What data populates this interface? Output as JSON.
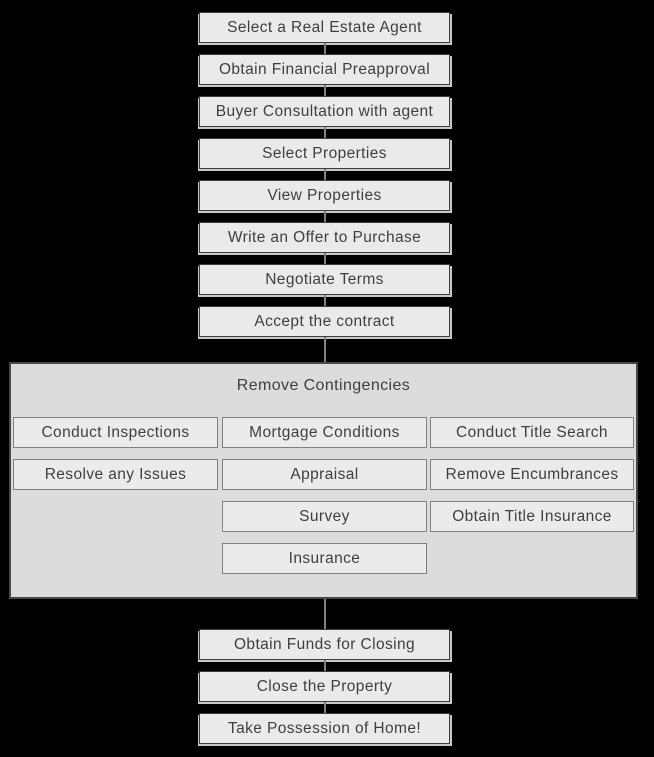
{
  "colors": {
    "background": "#000000",
    "box_fill": "#eaeaea",
    "box_border": "#3d3d3d",
    "box_shadow": "#c8c8c8",
    "container_fill": "#dcdcdc",
    "container_border": "#484848",
    "subbox_fill": "#ebebeb",
    "subbox_border": "#808080",
    "connector": "#808080",
    "text": "#3f3f3f"
  },
  "flow_top": {
    "steps": [
      "Select a Real Estate Agent",
      "Obtain Financial Preapproval",
      "Buyer Consultation with agent",
      "Select Properties",
      "View Properties",
      "Write an Offer to Purchase",
      "Negotiate Terms",
      "Accept the contract"
    ]
  },
  "contingencies": {
    "title": "Remove Contingencies",
    "grid": [
      [
        "Conduct Inspections",
        "Mortgage Conditions",
        "Conduct Title Search"
      ],
      [
        "Resolve any Issues",
        "Appraisal",
        "Remove Encumbrances"
      ],
      [
        null,
        "Survey",
        "Obtain Title Insurance"
      ],
      [
        null,
        "Insurance",
        null
      ]
    ]
  },
  "flow_bottom": {
    "steps": [
      "Obtain Funds for Closing",
      "Close the Property",
      "Take Possession of Home!"
    ]
  }
}
